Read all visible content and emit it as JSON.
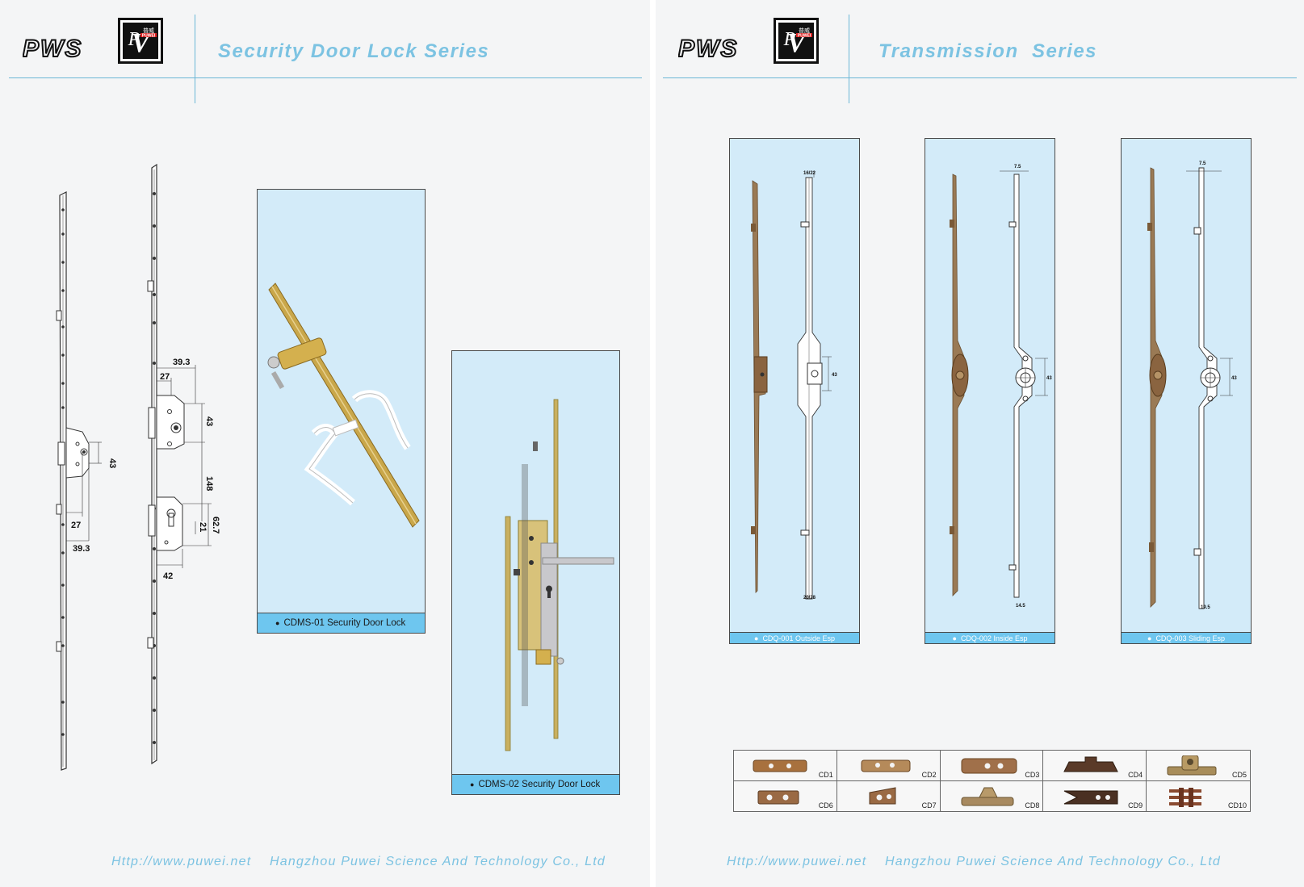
{
  "left_page": {
    "brand": {
      "wordmark": "PWS",
      "logo_caption": "PUWEI",
      "logo_chars": "普威"
    },
    "series_title": "Security Door Lock Series",
    "drawing_dimensions": {
      "left": [
        "43",
        "27",
        "39.3"
      ],
      "right": [
        "39.3",
        "27",
        "43",
        "148",
        "62.7",
        "21",
        "42"
      ]
    },
    "products": [
      {
        "code": "CDMS-01",
        "caption": "CDMS-01  Security Door Lock"
      },
      {
        "code": "CDMS-02",
        "caption": "CDMS-02  Security Door Lock"
      }
    ],
    "footer": {
      "url": "Http://www.puwei.net",
      "company": "Hangzhou Puwei Science And Technology Co., Ltd"
    }
  },
  "right_page": {
    "brand": {
      "wordmark": "PWS",
      "logo_caption": "PUWEI",
      "logo_chars": "普威"
    },
    "series_title": "Transmission  Series",
    "products": [
      {
        "code": "CDQ-001",
        "caption": "CDQ-001 Outside Esp",
        "top_dim": "16/22",
        "mid_dim": "43",
        "bottom_dim": "20/28"
      },
      {
        "code": "CDQ-002",
        "caption": "CDQ-002 Inside Esp",
        "top_dim": "7.5",
        "mid_dim": "43",
        "bottom_dim": "14.5"
      },
      {
        "code": "CDQ-003",
        "caption": "CDQ-003 Sliding Esp",
        "top_dim": "7.5",
        "mid_dim": "43",
        "bottom_dim": "19.5"
      }
    ],
    "parts": [
      "CD1",
      "CD2",
      "CD3",
      "CD4",
      "CD5",
      "CD6",
      "CD7",
      "CD8",
      "CD9",
      "CD10"
    ],
    "footer": {
      "url": "Http://www.puwei.net",
      "company": "Hangzhou Puwei Science And Technology Co., Ltd"
    }
  },
  "colors": {
    "accent": "#7cc3e2",
    "rule": "#6bb7d6",
    "photo_bg": "#d3ebf9",
    "caption_bar": "#6ec6ef",
    "brass": "#c9a74a",
    "bronze": "#9a7a55"
  }
}
